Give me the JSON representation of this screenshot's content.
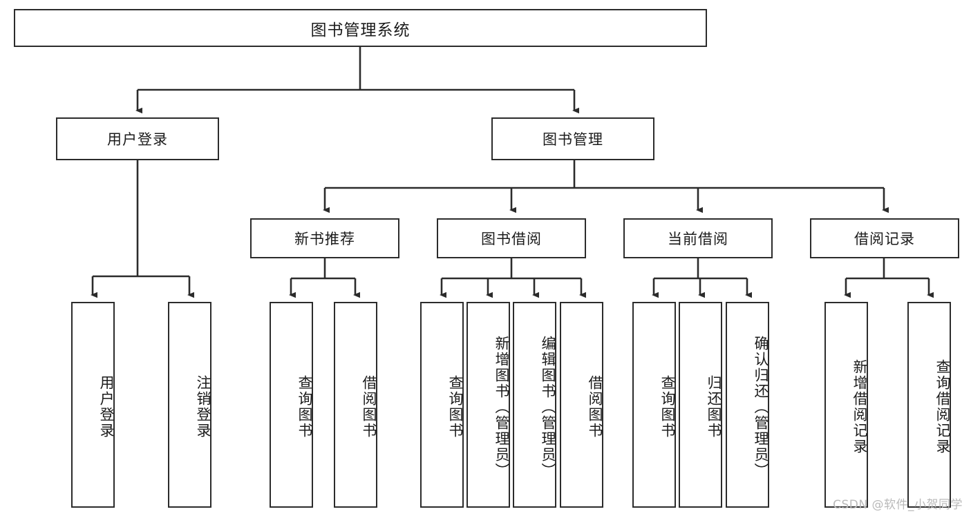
{
  "diagram": {
    "type": "tree",
    "title": "图书管理系统",
    "watermark": "CSDN @软件_小贺同学",
    "colors": {
      "box_border": "#2b2b2b",
      "box_fill": "#ffffff",
      "connector": "#2b2b2b",
      "text": "#1b1b1b",
      "watermark": "#b9b9b9"
    },
    "levels": {
      "root": {
        "label": "图书管理系统"
      },
      "level2": [
        {
          "label": "用户登录"
        },
        {
          "label": "图书管理"
        }
      ],
      "level3": [
        {
          "label": "新书推荐"
        },
        {
          "label": "图书借阅"
        },
        {
          "label": "当前借阅"
        },
        {
          "label": "借阅记录"
        }
      ],
      "leaves": {
        "user_login": [
          {
            "label": "用户登录"
          },
          {
            "label": "注销登录"
          }
        ],
        "new_book_recommend": [
          {
            "label": "查询图书"
          },
          {
            "label": "借阅图书"
          }
        ],
        "book_borrow": [
          {
            "label": "查询图书"
          },
          {
            "label": "新增图书（管理员）"
          },
          {
            "label": "编辑图书（管理员）"
          },
          {
            "label": "借阅图书"
          }
        ],
        "current_borrow": [
          {
            "label": "查询图书"
          },
          {
            "label": "归还图书"
          },
          {
            "label": "确认归还（管理员）"
          }
        ],
        "borrow_record": [
          {
            "label": "新增借阅记录"
          },
          {
            "label": "查询借阅记录"
          }
        ]
      }
    }
  }
}
